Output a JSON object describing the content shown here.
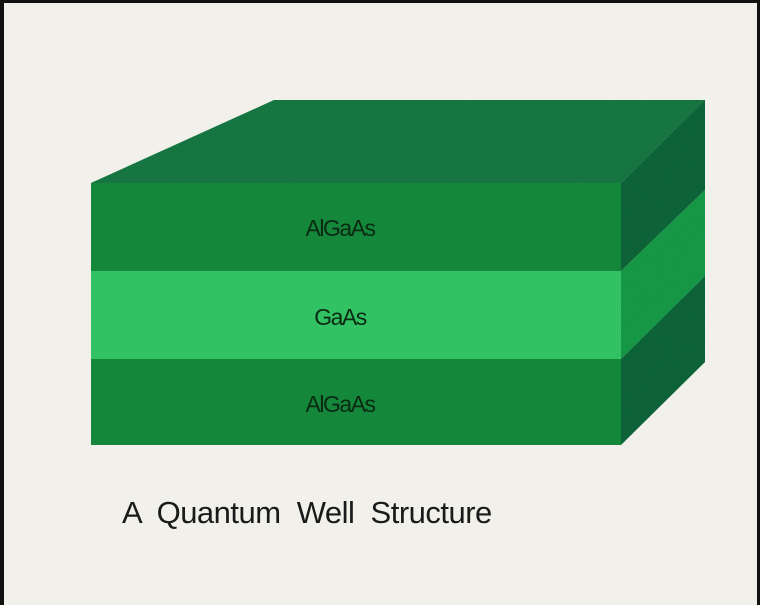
{
  "diagram": {
    "type": "layered-block",
    "layers": [
      {
        "label": "AlGaAs",
        "color": "#14873a"
      },
      {
        "label": "GaAs",
        "color": "#32c263"
      },
      {
        "label": "AlGaAs",
        "color": "#14873a"
      }
    ],
    "top_face_color": "#1b7e46",
    "side_face_colors": [
      "#166a3d",
      "#1fa24c",
      "#166a3d"
    ],
    "caption": "A Quantum Well Structure"
  },
  "colors": {
    "background": "#f1f0ea",
    "border": "#111111",
    "text": "#1a1a1a"
  }
}
